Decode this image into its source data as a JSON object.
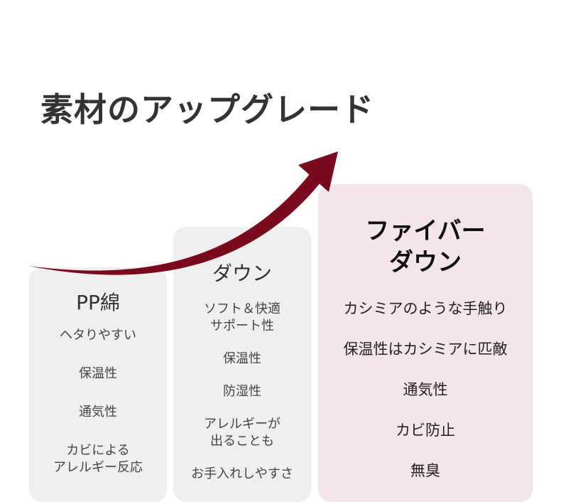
{
  "title": "素材のアップグレード",
  "arrow_color": "#7a0a1e",
  "cards": [
    {
      "name": "PP綿",
      "features": [
        "ヘタりやすい",
        "保温性",
        "通気性",
        "カビによる\nアレルギー反応"
      ]
    },
    {
      "name": "ダウン",
      "features": [
        "ソフト＆快適\nサポート性",
        "保温性",
        "防湿性",
        "アレルギーが\n出ることも",
        "お手入れしやすさ"
      ]
    },
    {
      "name": "ファイバー\nダウン",
      "features": [
        "カシミアのような手触り",
        "保温性はカシミアに匹敵",
        "通気性",
        "カビ防止",
        "無臭"
      ]
    }
  ]
}
